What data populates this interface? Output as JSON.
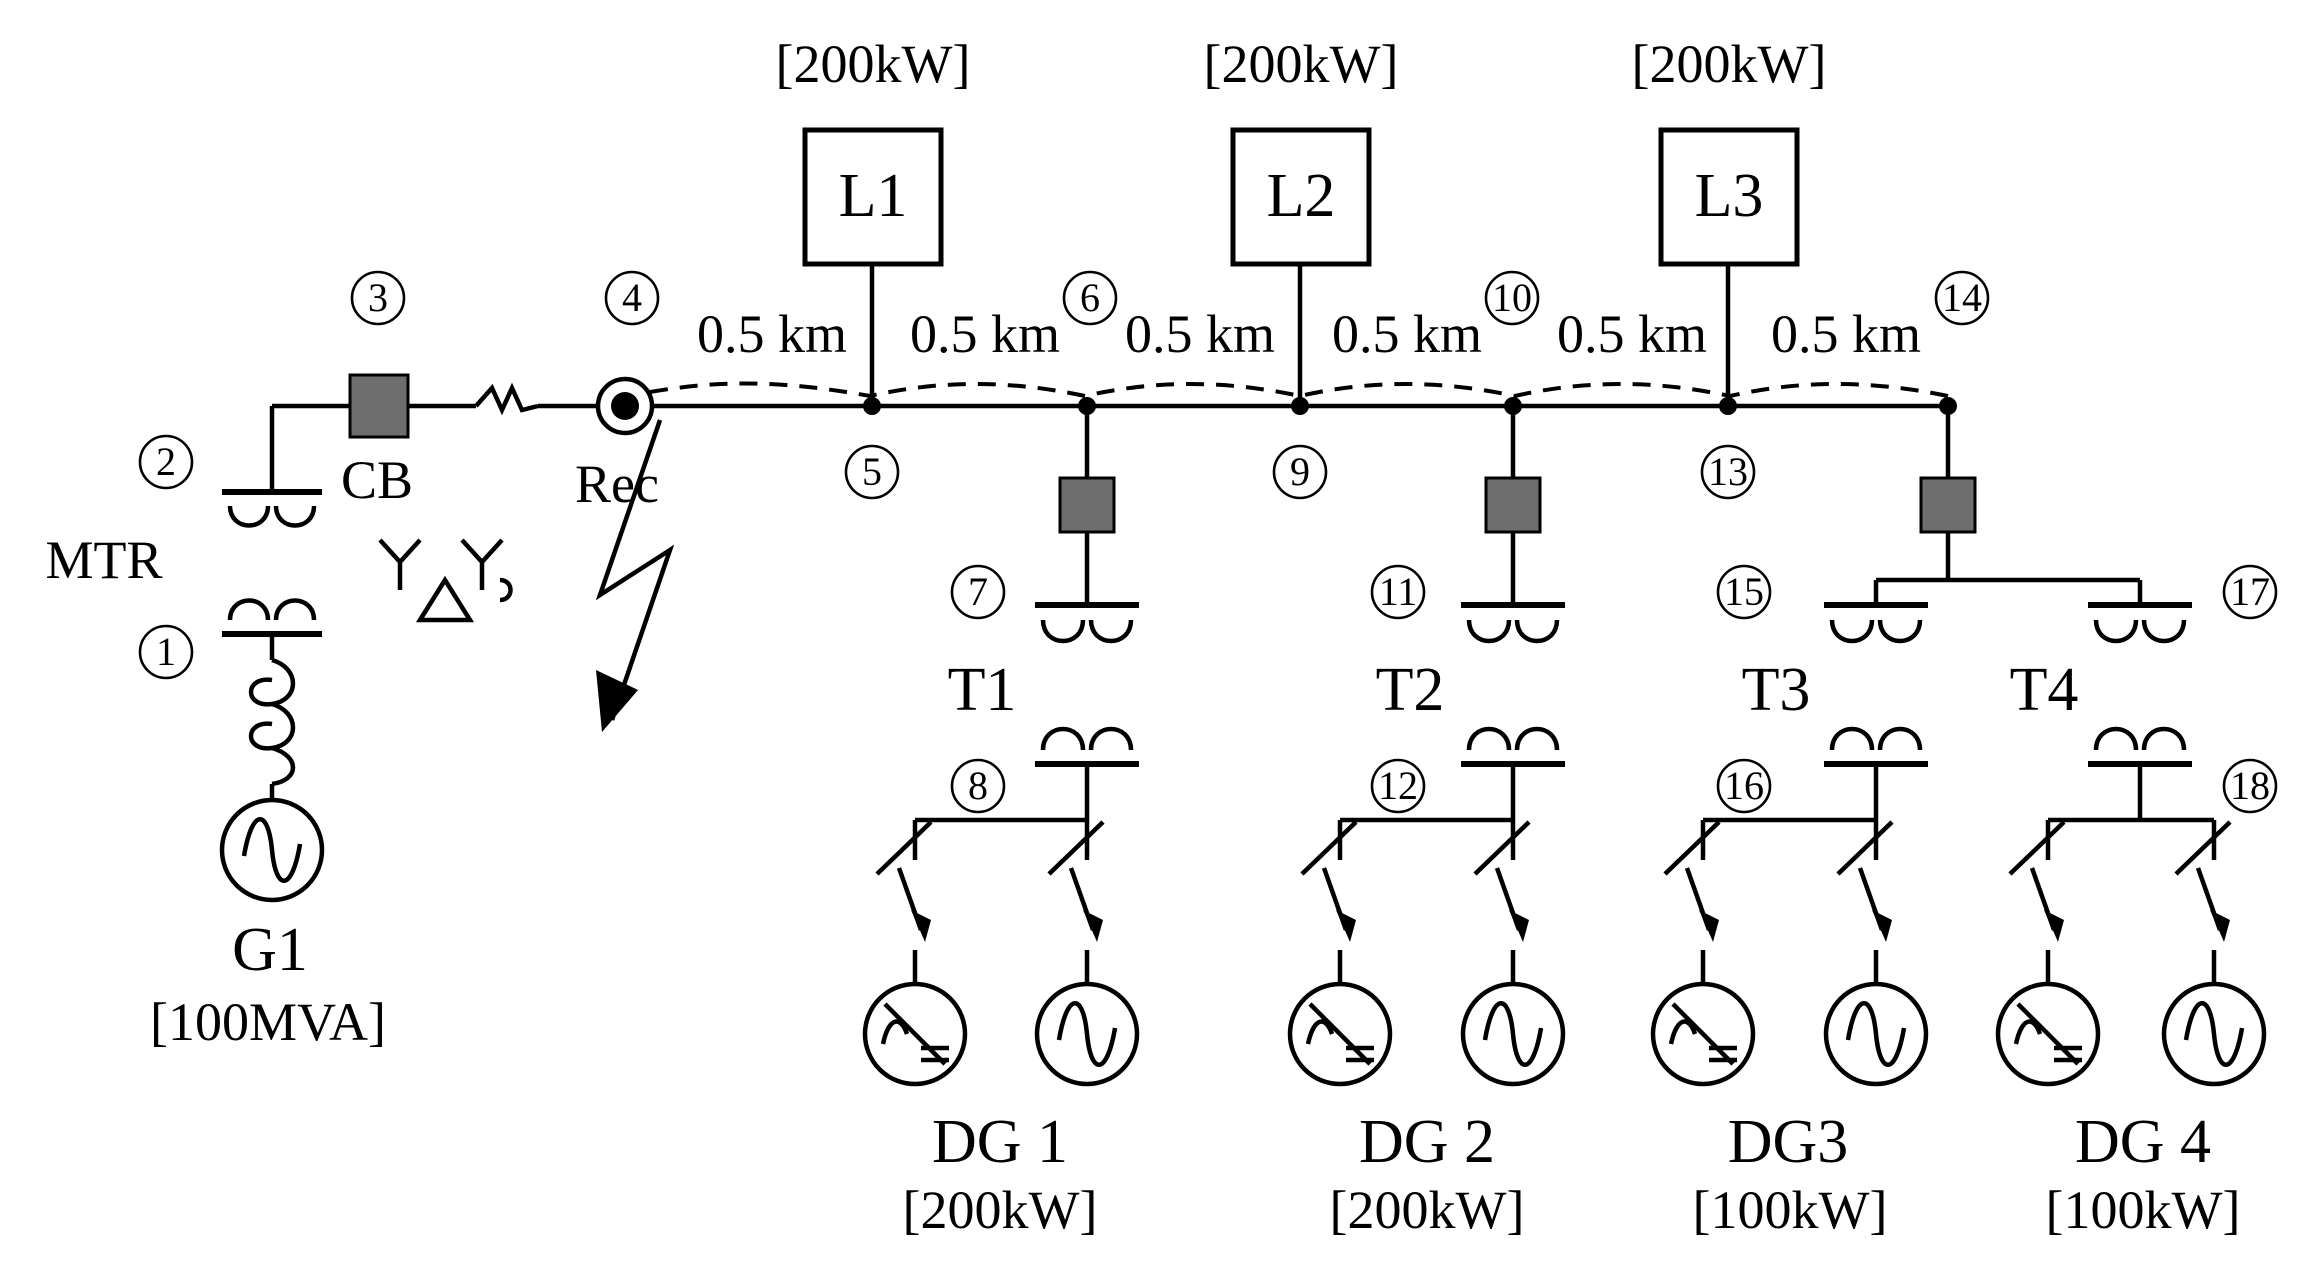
{
  "loads": [
    {
      "name": "L1",
      "rating": "[200kW]"
    },
    {
      "name": "L2",
      "rating": "[200kW]"
    },
    {
      "name": "L3",
      "rating": "[200kW]"
    }
  ],
  "segments": [
    "0.5 km",
    "0.5 km",
    "0.5 km",
    "0.5 km",
    "0.5 km",
    "0.5 km"
  ],
  "nodes": [
    "1",
    "2",
    "3",
    "4",
    "5",
    "6",
    "7",
    "8",
    "9",
    "10",
    "11",
    "12",
    "13",
    "14",
    "15",
    "16",
    "17",
    "18"
  ],
  "labels": {
    "mtr": "MTR",
    "cb": "CB",
    "rec": "Rec",
    "g1": "G1",
    "g1_rating": "[100MVA]"
  },
  "transformers": [
    "T1",
    "T2",
    "T3",
    "T4"
  ],
  "dgs": [
    {
      "name": "DG 1",
      "rating": "[200kW]"
    },
    {
      "name": "DG 2",
      "rating": "[200kW]"
    },
    {
      "name": "DG3",
      "rating": "[100kW]"
    },
    {
      "name": "DG 4",
      "rating": "[100kW]"
    }
  ]
}
